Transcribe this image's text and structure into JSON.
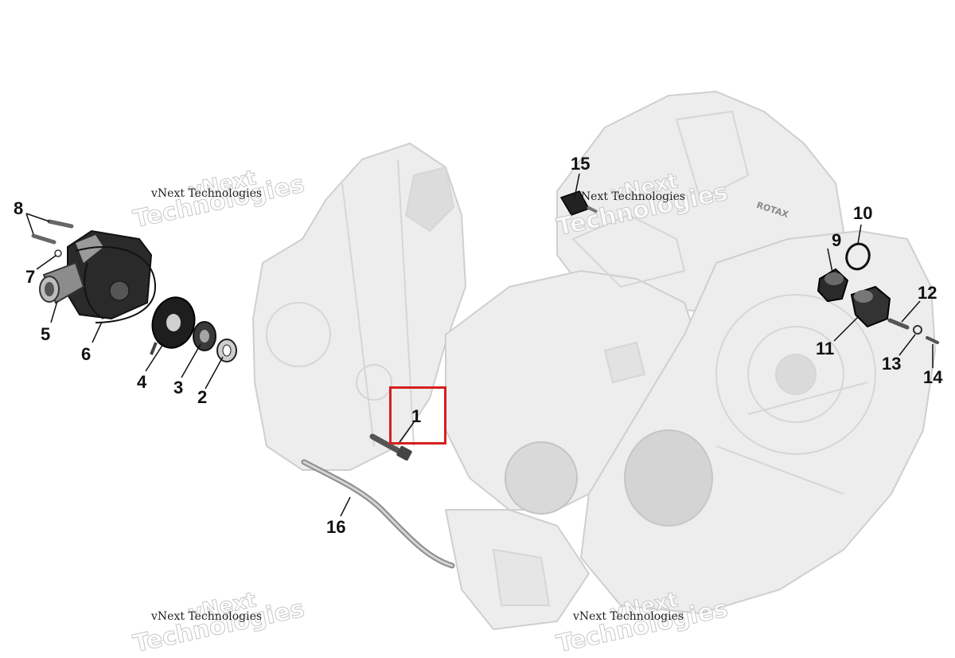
{
  "callouts": [
    "1",
    "2",
    "3",
    "4",
    "5",
    "6",
    "7",
    "8",
    "9",
    "10",
    "11",
    "12",
    "13",
    "14",
    "15",
    "16"
  ],
  "watermarks": {
    "line1": "vNext Technologies",
    "line2": "vNext",
    "line3": "Technologies"
  },
  "engraving": "ROTAX",
  "colors": {
    "highlight": "#d81e1e",
    "ghost_fill": "#ececec",
    "ghost_stroke": "#cfcfcf",
    "part_dark": "#1e1e1e",
    "part_grey": "#8c8c8c"
  },
  "selected_callout": "1"
}
